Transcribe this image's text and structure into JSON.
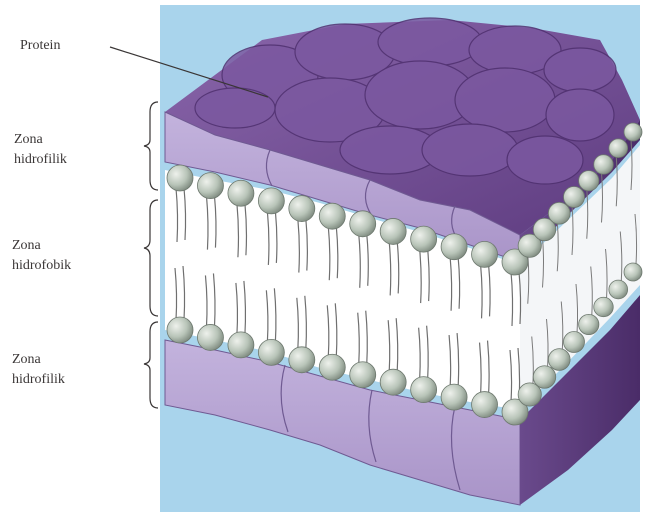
{
  "labels": {
    "protein": "Protein",
    "zone_top": [
      "Zona",
      "hidrofilik"
    ],
    "zone_middle": [
      "Zona",
      "hidrofobik"
    ],
    "zone_bottom": [
      "Zona",
      "hidrofilik"
    ]
  },
  "colors": {
    "background_panel": "#a9d4ec",
    "protein_top": "#6e4a8e",
    "protein_front": "#b7a6d3",
    "protein_side": "#4e2f6c",
    "phospholipid_head": "#b8c4b8",
    "phospholipid_tail": "#6f6f6f",
    "label_text": "#3a3636"
  }
}
